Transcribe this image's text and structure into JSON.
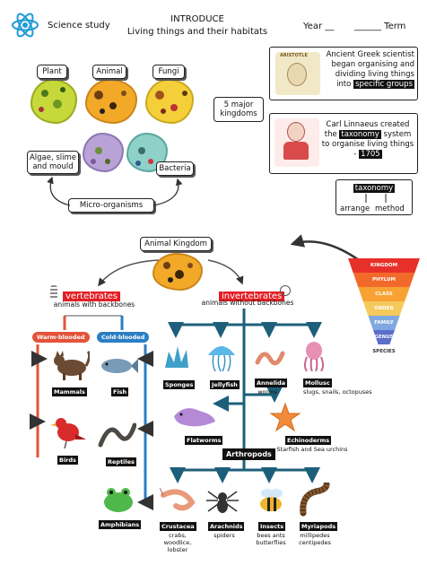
{
  "header": {
    "subject": "Science study",
    "heading": "INTRODUCE",
    "topic": "Living things and their habitats",
    "year_label": "Year __",
    "term_label": "______ Term"
  },
  "groups": {
    "plant": "Plant",
    "animal": "Animal",
    "fungi": "Fungi",
    "algae": "Algae, slime and mould",
    "bacteria": "Bacteria",
    "micro": "Micro-organisms"
  },
  "kingdoms": {
    "label": "5 major kingdoms"
  },
  "aristotle": {
    "badge": "ARISTOTLE",
    "text_pre": "Ancient Greek scientist began organising and dividing living things into",
    "text_highlight": "specific groups"
  },
  "linnaeus": {
    "text_pre": "Carl Linnaeus created the",
    "text_highlight": "taxonomy",
    "text_mid": "system to organise living things -",
    "year": "1705"
  },
  "taxonomy_def": {
    "word": "taxonomy",
    "parts": [
      "arrange",
      "method"
    ]
  },
  "animal_kingdom": {
    "label": "Animal Kingdom",
    "vertebrates": "vertebrates",
    "vertebrates_desc": "animals with backbones",
    "invertebrates": "invertebrates",
    "invertebrates_desc": "animals without backbones"
  },
  "pyramid": [
    "KINGDOM",
    "PHYLUM",
    "CLASS",
    "ORDER",
    "FAMILY",
    "GENUS",
    "SPECIES"
  ],
  "pyramid_colors": [
    "#e8302a",
    "#f26a2b",
    "#f7a233",
    "#f6c95c",
    "#7fa8e0",
    "#5a6fc9",
    "#6b4ea8"
  ],
  "vert": {
    "warm": "Warm-blooded",
    "cold": "Cold-blooded",
    "warm_color": "#e3533a",
    "cold_color": "#2a7fc4",
    "mammals": "Mammals",
    "fish": "Fish",
    "birds": "Birds",
    "reptiles": "Reptiles",
    "amphibians": "Amphibians"
  },
  "invert": {
    "sponges": "Sponges",
    "jellyfish": "Jellyfish",
    "annelida": "Annelida",
    "annelida_sub": "worms",
    "mollusc": "Mollusc",
    "mollusc_sub": "slugs, snails, octopuses",
    "flatworms": "Flatworms",
    "echino": "Echinoderms",
    "echino_sub": "Starfish and Sea urchins",
    "arthropods": "Arthropods",
    "crustacea": "Crustacea",
    "crustacea_sub": "crabs, woodlice, lobster",
    "arachnids": "Arachnids",
    "arachnids_sub": "spiders",
    "insects": "Insects",
    "insects_sub": "bees ants butterflies",
    "myriapods": "Myriapods",
    "myriapods_sub": "millipedes centipedes",
    "tree_color": "#1d5f7a"
  }
}
